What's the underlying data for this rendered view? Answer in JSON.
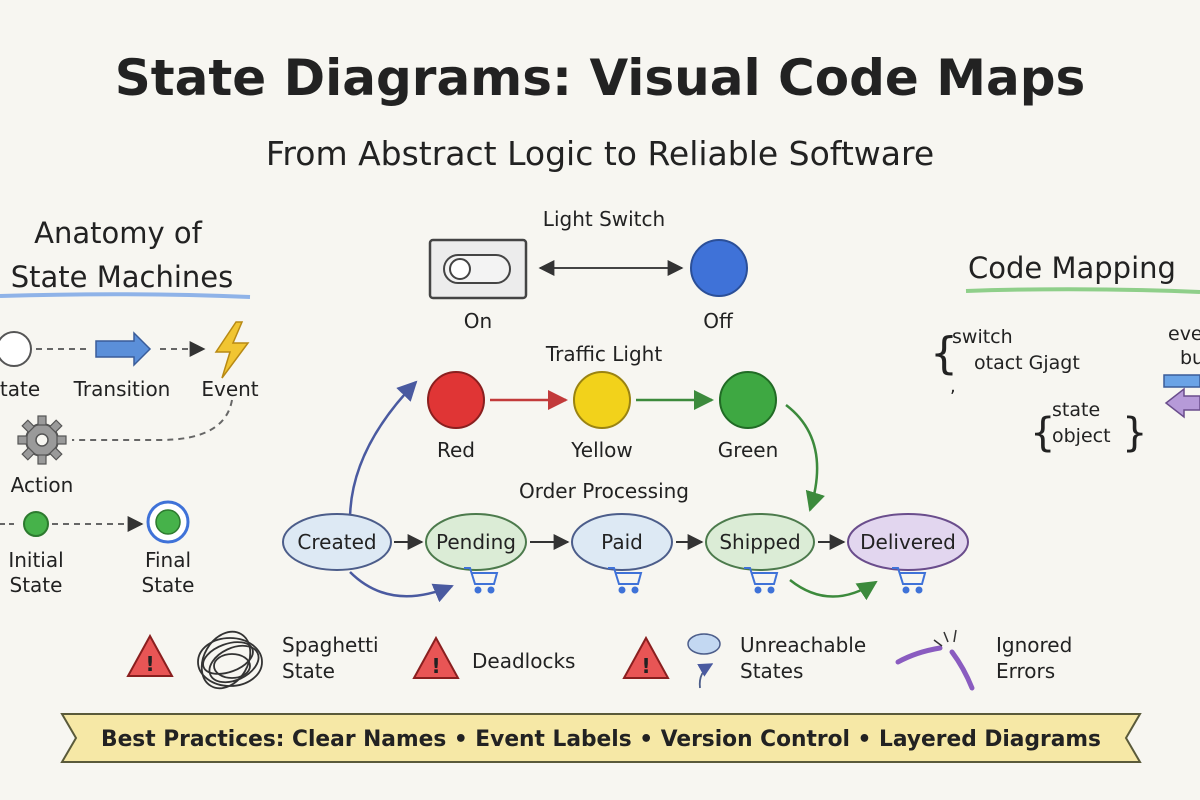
{
  "title": "State Diagrams: Visual Code Maps",
  "subtitle": "From Abstract Logic to Reliable Software",
  "anatomy": {
    "heading_line1": "Anatomy of",
    "heading_line2": "State Machines",
    "state_label": "tate",
    "transition_label": "Transition",
    "event_label": "Event",
    "action_label": "Action",
    "initial_line1": "Initial",
    "initial_line2": "State",
    "final_line1": "Final",
    "final_line2": "State"
  },
  "light_switch": {
    "title": "Light Switch",
    "on_label": "On",
    "off_label": "Off"
  },
  "traffic_light": {
    "title": "Traffic Light",
    "red": "Red",
    "yellow": "Yellow",
    "green": "Green"
  },
  "order_processing": {
    "title": "Order Processing",
    "created": "Created",
    "pending": "Pending",
    "paid": "Paid",
    "shipped": "Shipped",
    "delivered": "Delivered"
  },
  "code_mapping": {
    "heading": "Code Mapping",
    "switch_line1": "switch",
    "switch_line2": "otact Gjagt",
    "state_line1": "state",
    "state_line2": "object",
    "right_line1": "eve",
    "right_line2": "bu"
  },
  "pitfalls": {
    "spaghetti_line1": "Spaghetti",
    "spaghetti_line2": "State",
    "deadlocks": "Deadlocks",
    "unreachable_line1": "Unreachable",
    "unreachable_line2": "States",
    "ignored_line1": "Ignored",
    "ignored_line2": "Errors"
  },
  "banner": "Best Practices: Clear Names • Event Labels • Version Control • Layered Diagrams",
  "colors": {
    "red": "#e03535",
    "yellow": "#f2d21b",
    "green": "#3ea842",
    "blue": "#3f72d8",
    "state_fill": "#dde9f4",
    "delivered_fill": "#e2d6ef",
    "banner_fill": "#f6e8a6"
  }
}
